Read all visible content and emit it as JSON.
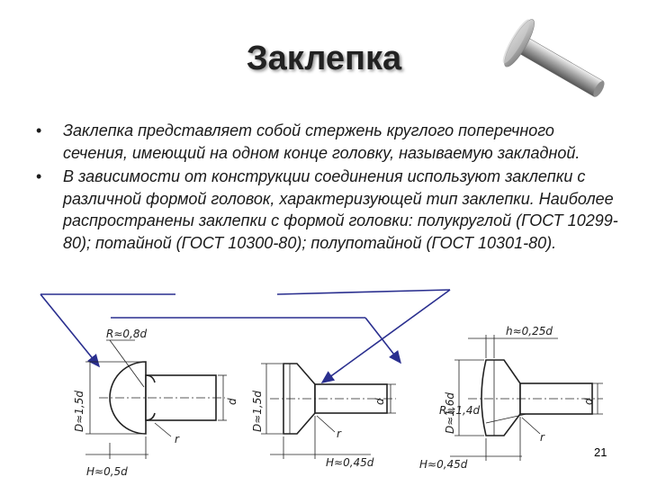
{
  "slide": {
    "title": "Заклепка",
    "bullets": [
      "Заклепка  представляет собой стержень круглого поперечного сечения, имеющий на одном конце головку, называемую закладной.",
      "В зависимости от конструкции соединения используют заклепки с различной формой головок, характеризующей тип заклепки. Наиболее распространены заклепки с формой головки: полукруглой (ГОСТ 10299-80); потайной (ГОСТ 10300-80); полупотайной (ГОСТ 10301-80)."
    ],
    "bullet_marker": "•",
    "page_number": "21"
  },
  "drawings": {
    "round_head": {
      "radius": "R≈0,8d",
      "height": "H≈0,5d",
      "diameter": "D≈1,5d",
      "shank": "d",
      "fillet": "r"
    },
    "countersunk": {
      "height": "H≈0,45d",
      "diameter": "D≈1,5d",
      "shank": "d",
      "fillet": "r"
    },
    "semi_countersunk": {
      "top": "h≈0,25d",
      "height": "H≈0,45d",
      "diameter": "D≈1,6d",
      "radius": "R≈1,4d",
      "shank": "d",
      "fillet": "r"
    }
  },
  "colors": {
    "arrow": "#2a2f8f",
    "ink": "#222222"
  }
}
